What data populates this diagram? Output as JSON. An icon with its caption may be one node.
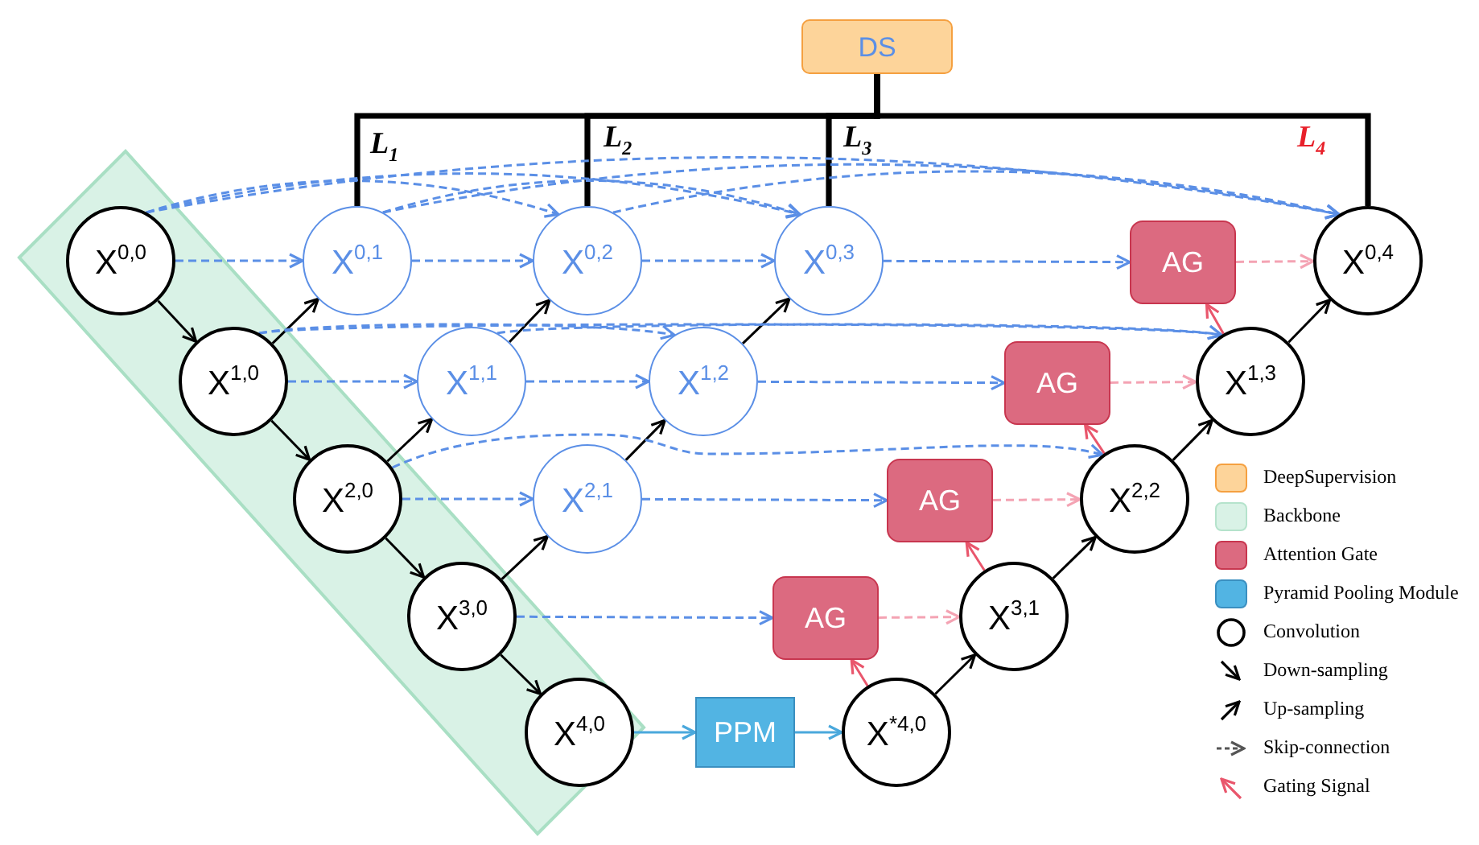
{
  "diagram": {
    "nodes": [
      {
        "text": [
          "DS"
        ]
      },
      {
        "text": [
          "X$^{0,0}$"
        ]
      },
      {
        "text": [
          "X$^{1,0}$"
        ]
      },
      {
        "text": [
          "X$^{2,0}$"
        ]
      },
      {
        "text": [
          "X$^{3,0}$"
        ]
      },
      {
        "text": [
          "X$^{4,0}$"
        ]
      },
      {
        "text": [
          "X$^{0,1}$"
        ]
      },
      {
        "text": [
          "X$^{1,1}$"
        ]
      },
      {
        "text": [
          "X$^{2,1}$"
        ]
      },
      {
        "text": [
          "X$^{0,2}$"
        ]
      },
      {
        "text": [
          "X$^{1,2}$"
        ]
      },
      {
        "text": [
          "X$^{0,3}$"
        ]
      },
      {
        "text": [
          "PPM"
        ]
      },
      {
        "text": [
          "X$^{*4,0}$"
        ]
      },
      {
        "text": [
          "X$^{3,1}$"
        ]
      },
      {
        "text": [
          "X$^{2,2}$"
        ]
      },
      {
        "text": [
          "X$^{1,3}$"
        ]
      },
      {
        "text": [
          "X$^{0,4}$"
        ]
      },
      {
        "text": [
          "AG"
        ]
      },
      {
        "text": [
          "AG"
        ]
      },
      {
        "text": [
          "AG"
        ]
      },
      {
        "text": [
          "AG"
        ]
      }
    ],
    "edges": [
      {
        "from": 0,
        "to": 6,
        "arrow": "none",
        "label": "L$_{1}$",
        "style": "thick",
        "color": "#000000"
      },
      {
        "from": 0,
        "to": 9,
        "arrow": "none",
        "label": "L$_{2}$",
        "style": "thick",
        "color": "#000000"
      },
      {
        "from": 0,
        "to": 11,
        "arrow": "none",
        "label": "L$_{3}$",
        "style": "thick",
        "color": "#000000"
      },
      {
        "from": 0,
        "to": 17,
        "arrow": "none",
        "label": "L$_{4}$",
        "style": "thick",
        "color": "#000000"
      },
      {
        "from": 1,
        "to": 2,
        "arrow": "to",
        "color": "#000000"
      },
      {
        "from": 2,
        "to": 3,
        "arrow": "to",
        "color": "#000000"
      },
      {
        "from": 3,
        "to": 4,
        "arrow": "to",
        "color": "#000000"
      },
      {
        "from": 4,
        "to": 5,
        "arrow": "to",
        "color": "#000000"
      },
      {
        "from": 2,
        "to": 6,
        "arrow": "to",
        "color": "#000000"
      },
      {
        "from": 3,
        "to": 7,
        "arrow": "to",
        "color": "#000000"
      },
      {
        "from": 7,
        "to": 9,
        "arrow": "to",
        "color": "#000000"
      },
      {
        "from": 4,
        "to": 8,
        "arrow": "to",
        "color": "#000000"
      },
      {
        "from": 8,
        "to": 10,
        "arrow": "to",
        "color": "#000000"
      },
      {
        "from": 10,
        "to": 11,
        "arrow": "to",
        "color": "#000000"
      },
      {
        "from": 13,
        "to": 14,
        "arrow": "to",
        "color": "#000000"
      },
      {
        "from": 14,
        "to": 15,
        "arrow": "to",
        "color": "#000000"
      },
      {
        "from": 15,
        "to": 16,
        "arrow": "to",
        "color": "#000000"
      },
      {
        "from": 16,
        "to": 17,
        "arrow": "to",
        "color": "#000000"
      },
      {
        "from": 1,
        "to": 6,
        "arrow": "to",
        "style": "dashed"
      },
      {
        "from": 6,
        "to": 9,
        "arrow": "to",
        "style": "dashed"
      },
      {
        "from": 9,
        "to": 11,
        "arrow": "to",
        "style": "dashed"
      },
      {
        "from": 11,
        "to": 18,
        "arrow": "to",
        "style": "dashed"
      },
      {
        "from": 2,
        "to": 7,
        "arrow": "to",
        "style": "dashed"
      },
      {
        "from": 7,
        "to": 10,
        "arrow": "to",
        "style": "dashed"
      },
      {
        "from": 10,
        "to": 19,
        "arrow": "to",
        "style": "dashed"
      },
      {
        "from": 3,
        "to": 8,
        "arrow": "to",
        "style": "dashed"
      },
      {
        "from": 8,
        "to": 20,
        "arrow": "to",
        "style": "dashed"
      },
      {
        "from": 4,
        "to": 21,
        "arrow": "to",
        "style": "dashed"
      },
      {
        "from": 1,
        "to": 9,
        "arrow": "to",
        "style": "dashed"
      },
      {
        "from": 1,
        "to": 11,
        "arrow": "to",
        "style": "dashed"
      },
      {
        "from": 1,
        "to": 17,
        "arrow": "to",
        "style": "dashed"
      },
      {
        "from": 6,
        "to": 11,
        "arrow": "to",
        "style": "dashed"
      },
      {
        "from": 6,
        "to": 17,
        "arrow": "to",
        "style": "dashed"
      },
      {
        "from": 9,
        "to": 17,
        "arrow": "to",
        "style": "dashed"
      },
      {
        "from": 2,
        "to": 10,
        "arrow": "to",
        "style": "dashed"
      },
      {
        "from": 2,
        "to": 16,
        "arrow": "to",
        "style": "dashed"
      },
      {
        "from": 7,
        "to": 16,
        "arrow": "to",
        "style": "dashed"
      },
      {
        "from": 3,
        "to": 15,
        "arrow": "to",
        "style": "dashed"
      },
      {
        "from": 18,
        "to": 17,
        "arrow": "to",
        "style": "dashed",
        "color": "#f4a3b3"
      },
      {
        "from": 19,
        "to": 16,
        "arrow": "to",
        "style": "dashed",
        "color": "#f4a3b3"
      },
      {
        "from": 20,
        "to": 15,
        "arrow": "to",
        "style": "dashed",
        "color": "#f4a3b3"
      },
      {
        "from": 21,
        "to": 14,
        "arrow": "to",
        "style": "dashed",
        "color": "#f4a3b3"
      },
      {
        "from": 16,
        "to": 18,
        "arrow": "to",
        "color": "#e9566c"
      },
      {
        "from": 15,
        "to": 19,
        "arrow": "to",
        "color": "#e9566c"
      },
      {
        "from": 14,
        "to": 20,
        "arrow": "to",
        "color": "#e9566c"
      },
      {
        "from": 13,
        "to": 21,
        "arrow": "to",
        "color": "#e9566c"
      },
      {
        "from": 5,
        "to": 12,
        "arrow": "to",
        "color": "#4aa8dc"
      },
      {
        "from": 12,
        "to": 13,
        "arrow": "to",
        "color": "#4aa8dc"
      }
    ],
    "legend": [
      {
        "text": "DeepSupervision",
        "color": "#fdd49a"
      },
      {
        "text": "Backbone",
        "color": "#d9f2e6"
      },
      {
        "text": "Attention Gate",
        "color": "#dc6a80"
      },
      {
        "text": "Pyramid Pooling Module",
        "color": "#52b4e3"
      },
      {
        "text": "Convolution"
      },
      {
        "text": "Down-sampling"
      },
      {
        "text": "Up-sampling"
      },
      {
        "text": "Skip-connection"
      },
      {
        "text": "Gating Signal"
      }
    ]
  }
}
